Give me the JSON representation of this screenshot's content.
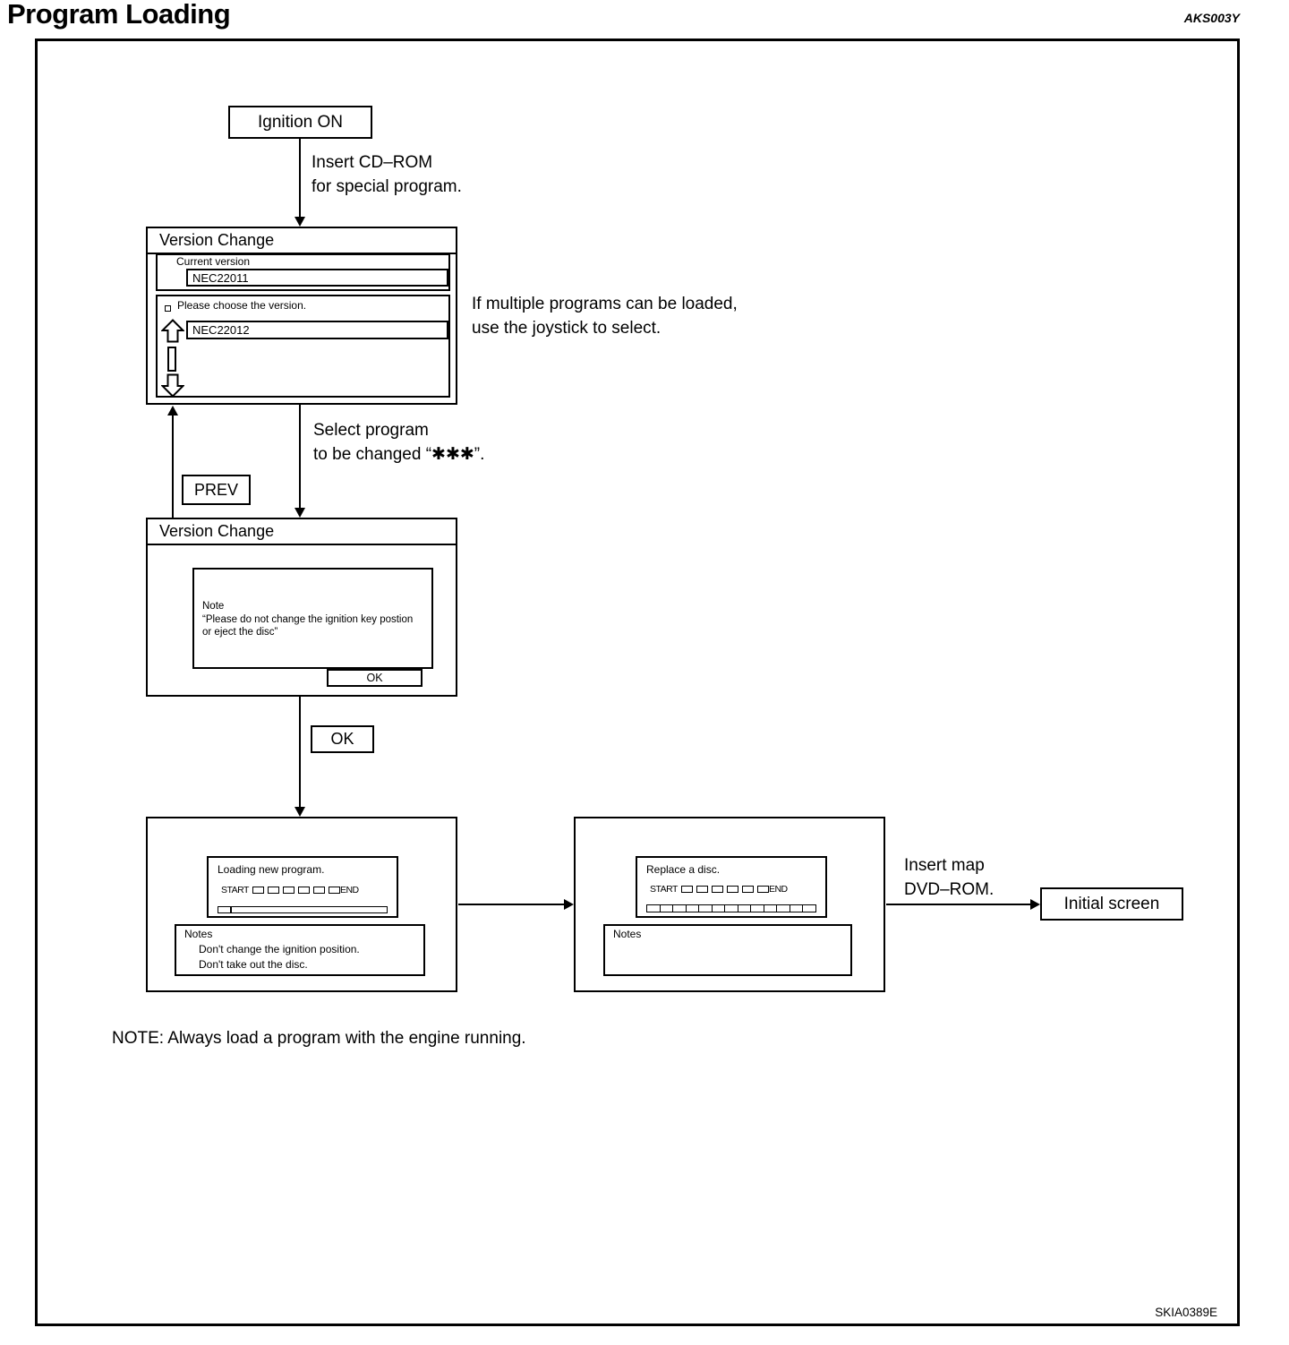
{
  "page": {
    "title": "Program Loading",
    "code_top_right": "AKS003Y",
    "code_bottom_right": "SKIA0389E",
    "bottom_note": "NOTE: Always load a program with the engine running."
  },
  "flow": {
    "ignition_label": "Ignition ON",
    "insert_cdrom_line1": "Insert CD–ROM",
    "insert_cdrom_line2": "for special program.",
    "joystick_line1": "If multiple programs can be loaded,",
    "joystick_line2": "use the joystick to select.",
    "select_line1": "Select program",
    "select_line2": "to be changed “✱✱✱”.",
    "prev_label": "PREV",
    "ok_label": "OK",
    "insert_map_line1": "Insert map",
    "insert_map_line2": "DVD–ROM.",
    "initial_label": "Initial screen"
  },
  "screen_version1": {
    "title": "Version Change",
    "current_version_label": "Current version",
    "current_version_value": "NEC22011",
    "choose_label": "Please choose the version.",
    "choose_value": "NEC22012"
  },
  "screen_version2": {
    "title": "Version Change",
    "note_line1": "Note",
    "note_line2": "“Please do not change the ignition key postion",
    "note_line3": "or eject the disc”",
    "ok_label": "OK"
  },
  "screen_loading": {
    "message": "Loading new program.",
    "start_label": "START",
    "end_label": "END",
    "notes_title": "Notes",
    "note_line1": "Don't change the ignition position.",
    "note_line2": "Don't take out the disc."
  },
  "screen_replace": {
    "message": "Replace a disc.",
    "start_label": "START",
    "end_label": "END",
    "notes_title": "Notes"
  }
}
